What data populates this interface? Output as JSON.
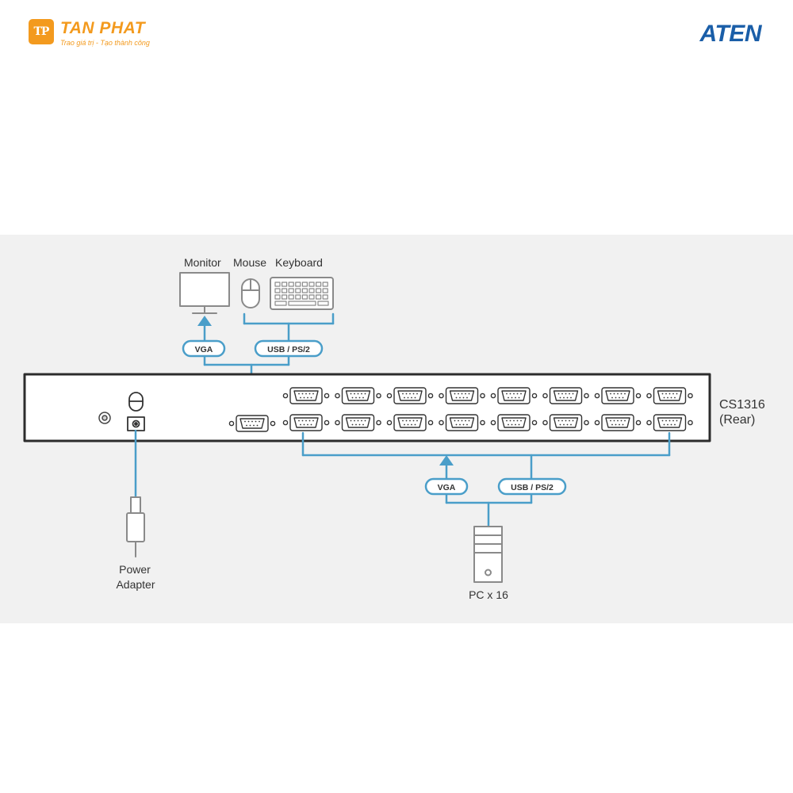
{
  "header": {
    "tanphat_mark": "TP",
    "tanphat_name": "TAN PHAT",
    "tanphat_tagline": "Trao giá trị - Tạo thành công",
    "aten_logo": "ATEN"
  },
  "diagram": {
    "console_labels": {
      "monitor": "Monitor",
      "mouse": "Mouse",
      "keyboard": "Keyboard"
    },
    "console_cables": {
      "vga": "VGA",
      "usb_ps2": "USB / PS/2"
    },
    "device": {
      "model": "CS1316",
      "view": "(Rear)"
    },
    "pc_cables": {
      "vga": "VGA",
      "usb_ps2": "USB / PS/2"
    },
    "power_label_line1": "Power",
    "power_label_line2": "Adapter",
    "pc_label": "PC x 16",
    "port_count": 16
  },
  "colors": {
    "cable": "#4a9ec9",
    "line": "#3a3a3a",
    "orange": "#f39a1e",
    "aten_blue": "#1a5ea8",
    "panel_bg": "#f1f1f1"
  }
}
